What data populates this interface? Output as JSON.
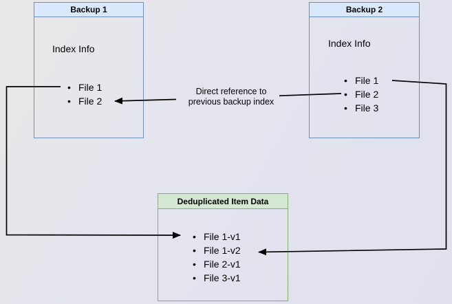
{
  "diagram": {
    "backup1": {
      "title": "Backup 1",
      "subtitle": "Index Info",
      "items": [
        "File 1",
        "File 2"
      ]
    },
    "backup2": {
      "title": "Backup 2",
      "subtitle": "Index Info",
      "items": [
        "File 1",
        "File 2",
        "File 3"
      ]
    },
    "dedup": {
      "title": "Deduplicated Item Data",
      "items": [
        "File 1-v1",
        "File 1-v2",
        "File 2-v1",
        "File 3-v1"
      ]
    },
    "edge_label": {
      "line1": "Direct reference to",
      "line2": "previous backup index"
    },
    "colors": {
      "blue_fill": "#dae8fc",
      "blue_border": "#6c8ebf",
      "green_fill": "#d5e8d4",
      "green_border": "#82b366",
      "arrow": "#000000"
    }
  }
}
